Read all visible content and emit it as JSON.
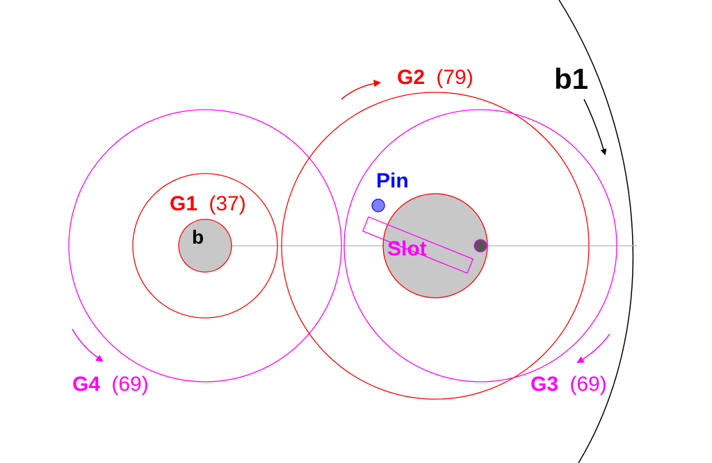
{
  "colors": {
    "red": "#ff0000",
    "magenta": "#ff00ff",
    "blue": "#0000ff",
    "black": "#000000",
    "gray_fill": "#c8c8c8",
    "pin_fill": "#8080ff",
    "axle_fill": "#555555",
    "axis_line": "#b0b0b0"
  },
  "labels": {
    "g1": {
      "name": "G1",
      "teeth": "(37)"
    },
    "g2": {
      "name": "G2",
      "teeth": "(79)"
    },
    "g3": {
      "name": "G3",
      "teeth": "(69)"
    },
    "g4": {
      "name": "G4",
      "teeth": "(69)"
    },
    "b1": "b1",
    "b": "b",
    "pin": "Pin",
    "slot": "Slot"
  },
  "icons": {
    "g2_rotation": "curved-arrow-icon",
    "g3_rotation": "curved-arrow-icon",
    "g4_rotation": "curved-arrow-icon",
    "b1_rotation": "arrow-down-icon"
  }
}
